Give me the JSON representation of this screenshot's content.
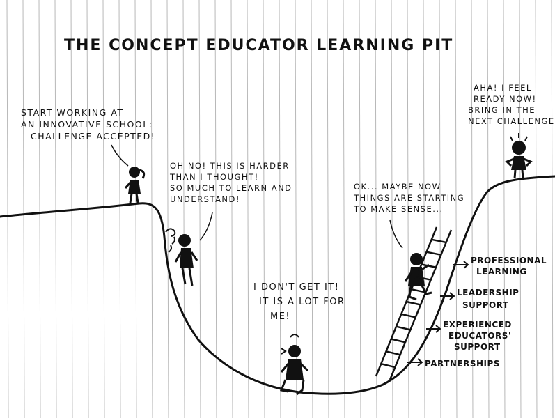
{
  "title": "THE CONCEPT EDUCATOR LEARNING PIT",
  "stages": [
    {
      "id": "start",
      "lines": [
        "START WORKING AT",
        "AN INNOVATIVE SCHOOL:",
        "CHALLENGE ACCEPTED!"
      ]
    },
    {
      "id": "descent",
      "lines": [
        "OH NO! THIS IS HARDER",
        "THAN I THOUGHT!",
        "SO MUCH TO LEARN AND",
        "UNDERSTAND!"
      ]
    },
    {
      "id": "bottom",
      "lines": [
        "I DON'T GET IT!",
        "IT IS A LOT FOR",
        "ME!"
      ]
    },
    {
      "id": "climb",
      "lines": [
        "OK... MAYBE NOW",
        "THINGS ARE STARTING",
        "TO MAKE SENSE..."
      ]
    },
    {
      "id": "top",
      "lines": [
        "AHA! I FEEL",
        "READY NOW!",
        "BRING IN THE",
        "NEXT CHALLENGE!"
      ]
    }
  ],
  "supports": [
    {
      "lines": [
        "PROFESSIONAL",
        "LEARNING"
      ]
    },
    {
      "lines": [
        "LEADERSHIP",
        "SUPPORT"
      ]
    },
    {
      "lines": [
        "EXPERIENCED",
        "EDUCATORS'",
        "SUPPORT"
      ]
    },
    {
      "lines": [
        "PARTNERSHIPS"
      ]
    }
  ],
  "colors": {
    "ink": "#111111",
    "ruling": "#b8b8b8",
    "paper": "#ffffff"
  }
}
